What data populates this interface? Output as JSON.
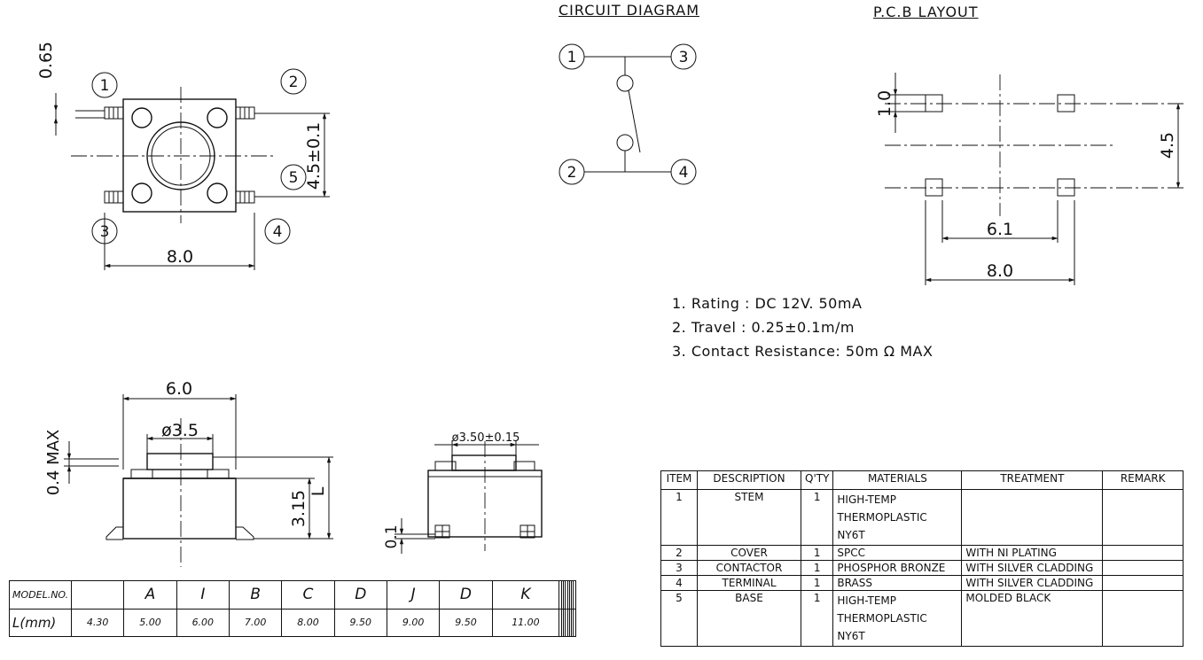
{
  "titles": {
    "circuit": "CIRCUIT DIAGRAM",
    "pcb": "P.C.B LAYOUT"
  },
  "top_view": {
    "dim_top": "0.65",
    "dim_width": "8.0",
    "dim_pin_pitch": "4.5±0.1",
    "pins": [
      "1",
      "2",
      "3",
      "4",
      "5"
    ]
  },
  "circuit": {
    "nodes": [
      "1",
      "3",
      "2",
      "4"
    ]
  },
  "pcb": {
    "dim_pad": "1.0",
    "dim_pitch": "4.5",
    "dim_inner": "6.1",
    "dim_outer": "8.0"
  },
  "specs": [
    "1. Rating : DC 12V. 50mA",
    "2. Travel : 0.25±0.1m/m",
    "3. Contact Resistance: 50m Ω MAX"
  ],
  "side_view": {
    "dim_body": "6.0",
    "dim_stem": "ø3.5",
    "dim_max": "0.4 MAX",
    "dim_height": "3.15",
    "dim_L": "L"
  },
  "front_view": {
    "dim_stem": "ø3.50±0.15",
    "dim_lead": "0.1"
  },
  "model_table": {
    "row1_label": "MODEL.NO.",
    "row2_label": "L(mm)",
    "letters": [
      "",
      "A",
      "I",
      "B",
      "C",
      "D",
      "J",
      "D",
      "K"
    ],
    "values": [
      "4.30",
      "5.00",
      "6.00",
      "7.00",
      "8.00",
      "9.50",
      "9.00",
      "9.50",
      "11.00"
    ]
  },
  "bom": {
    "headers": [
      "ITEM",
      "DESCRIPTION",
      "Q'TY",
      "MATERIALS",
      "TREATMENT",
      "REMARK"
    ],
    "rows": [
      {
        "item": "1",
        "desc": "STEM",
        "qty": "1",
        "mat1": "HIGH-TEMP",
        "mat2": "THERMOPLASTIC",
        "mat3": "NY6T",
        "treat": "",
        "remark": ""
      },
      {
        "item": "2",
        "desc": "COVER",
        "qty": "1",
        "mat1": "SPCC",
        "treat": "WITH NI PLATING",
        "remark": ""
      },
      {
        "item": "3",
        "desc": "CONTACTOR",
        "qty": "1",
        "mat1": "PHOSPHOR BRONZE",
        "treat": "WITH SILVER CLADDING",
        "remark": ""
      },
      {
        "item": "4",
        "desc": "TERMINAL",
        "qty": "1",
        "mat1": "BRASS",
        "treat": "WITH SILVER CLADDING",
        "remark": ""
      },
      {
        "item": "5",
        "desc": "BASE",
        "qty": "1",
        "mat1": "HIGH-TEMP",
        "mat2": "THERMOPLASTIC",
        "mat3": "NY6T",
        "treat": "MOLDED BLACK",
        "remark": ""
      }
    ]
  }
}
